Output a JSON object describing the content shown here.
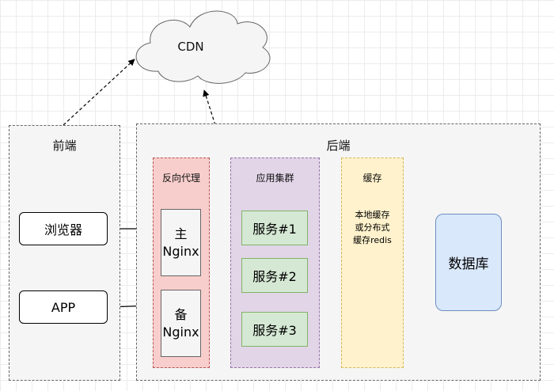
{
  "cdn": {
    "label": "CDN"
  },
  "frontend": {
    "title": "前端",
    "clients": [
      {
        "label": "浏览器"
      },
      {
        "label": "APP"
      }
    ]
  },
  "backend": {
    "title": "后端",
    "proxy": {
      "title": "反向代理",
      "primary": {
        "line1": "主",
        "line2": "Nginx"
      },
      "backup": {
        "line1": "备",
        "line2": "Nginx"
      }
    },
    "app_cluster": {
      "title": "应用集群",
      "services": [
        {
          "label": "服务#1"
        },
        {
          "label": "服务#2"
        },
        {
          "label": "服务#3"
        }
      ]
    },
    "cache": {
      "title": "缓存",
      "lines": [
        "本地缓存",
        "或分布式",
        "缓存redis"
      ]
    },
    "database": {
      "label": "数据库"
    }
  },
  "colors": {
    "proxy_fill": "#f8cecc",
    "proxy_stroke": "#b85450",
    "cluster_fill": "#e1d5e7",
    "cluster_stroke": "#9673a6",
    "cache_fill": "#fff2cc",
    "cache_stroke": "#d6b656",
    "service_fill": "#d5e8d4",
    "db_fill": "#dae8fc"
  }
}
